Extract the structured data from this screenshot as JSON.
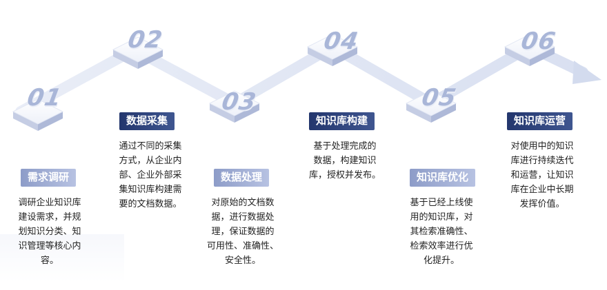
{
  "steps": [
    {
      "number": "01",
      "title": "需求调研",
      "lines": [
        "调研企业知识库",
        "建设需求，并规",
        "划知识分类、知",
        "识管理等核心内",
        "容。"
      ]
    },
    {
      "number": "02",
      "title": "数据采集",
      "lines": [
        "通过不同的采集",
        "方式，从企业内",
        "部、企业外部采",
        "集知识库构建需",
        "要的文档数据。"
      ]
    },
    {
      "number": "03",
      "title": "数据处理",
      "lines": [
        "对原始的文档数",
        "据，进行数据处",
        "理，保证数据的",
        "可用性、准确性、",
        "安全性。"
      ]
    },
    {
      "number": "04",
      "title": "知识库构建",
      "lines": [
        "基于处理完成的",
        "数据，构建知识",
        "库，授权并发布。"
      ]
    },
    {
      "number": "05",
      "title": "知识库优化",
      "lines": [
        "基于已经上线使",
        "用的知识库，对",
        "其检索准确性、",
        "检索效率进行优",
        "化提升。"
      ]
    },
    {
      "number": "06",
      "title": "知识库运营",
      "lines": [
        "对使用中的知识",
        "库进行持续迭代",
        "和运营，让知识",
        "库在企业中长期",
        "发挥价值。"
      ]
    }
  ],
  "colors": {
    "dark_badge": "#23366d",
    "light_badge": "#9aa8d0",
    "arrow": "#dfe5f3",
    "number": "#a9b6d8"
  }
}
